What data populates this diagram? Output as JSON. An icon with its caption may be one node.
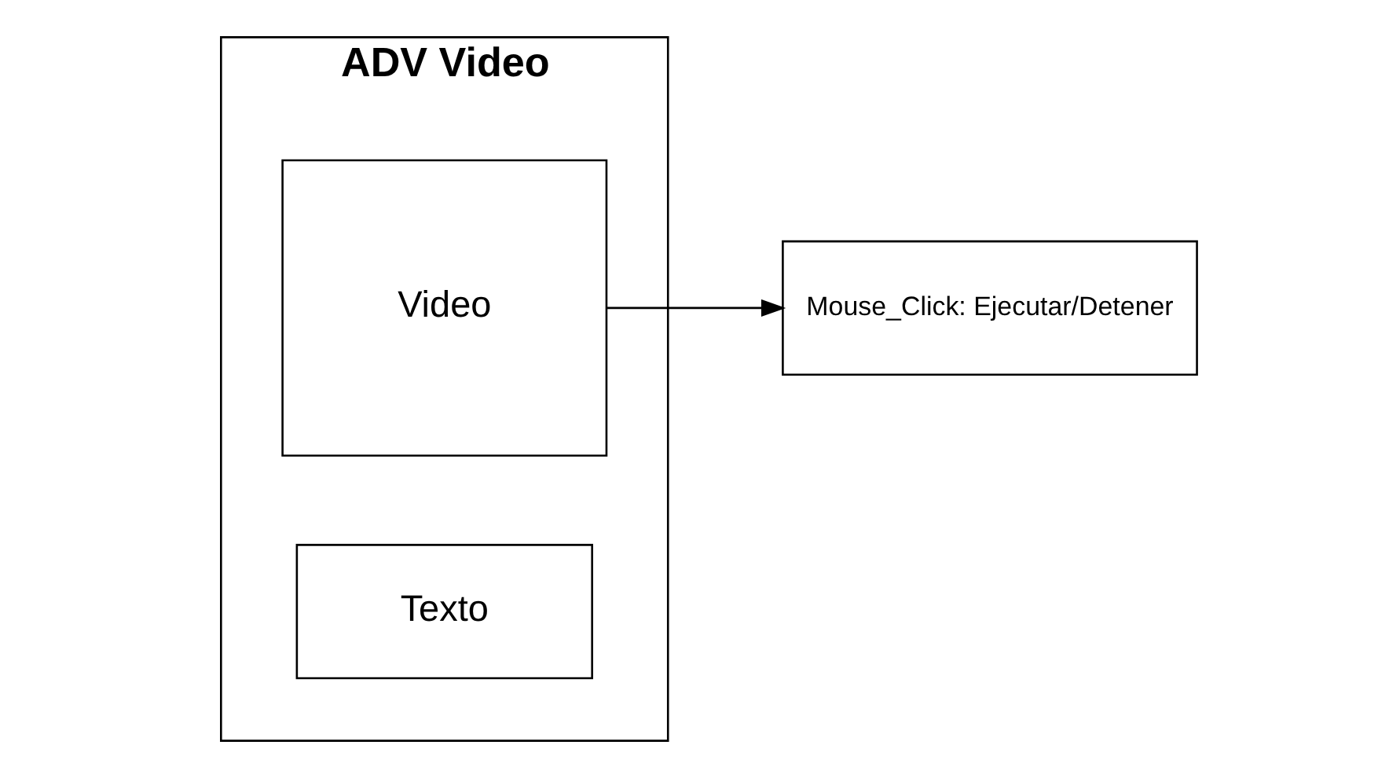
{
  "diagram": {
    "nodes": [
      {
        "text": [
          "ADV Video"
        ]
      },
      {
        "text": [
          "Video"
        ],
        "in": 0
      },
      {
        "text": [
          "Texto"
        ],
        "in": 0
      },
      {
        "text": [
          "Mouse_Click: Ejecutar/Detener"
        ]
      }
    ],
    "edges": [
      {
        "from": 1,
        "to": 3,
        "arrow": "to"
      }
    ]
  }
}
